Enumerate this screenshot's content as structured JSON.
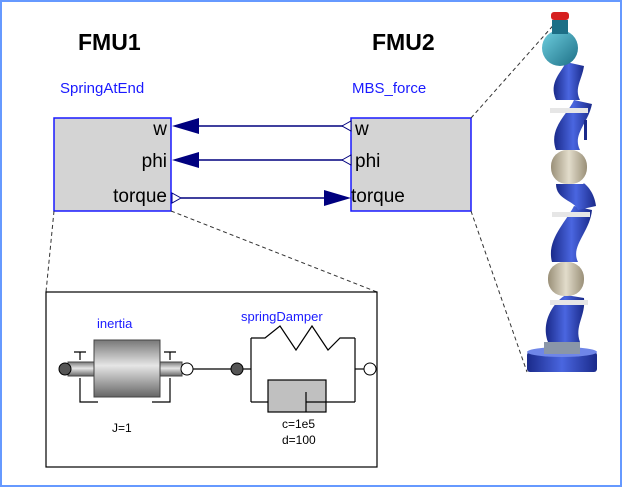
{
  "fmu1": {
    "title": "FMU1",
    "instance": "SpringAtEnd",
    "ports": [
      "w",
      "phi",
      "torque"
    ]
  },
  "fmu2": {
    "title": "FMU2",
    "instance": "MBS_force",
    "ports": [
      "w",
      "phi",
      "torque"
    ]
  },
  "detail": {
    "inertia_label": "inertia",
    "inertia_param": "J=1",
    "spring_label": "springDamper",
    "spring_param_c": "c=1e5",
    "spring_param_d": "d=100"
  },
  "colors": {
    "frame": "#6699ff",
    "block_fill": "#d4d4d4",
    "block_border": "#1a1aff",
    "connector": "#00007f",
    "robot": "#2f48c8"
  }
}
